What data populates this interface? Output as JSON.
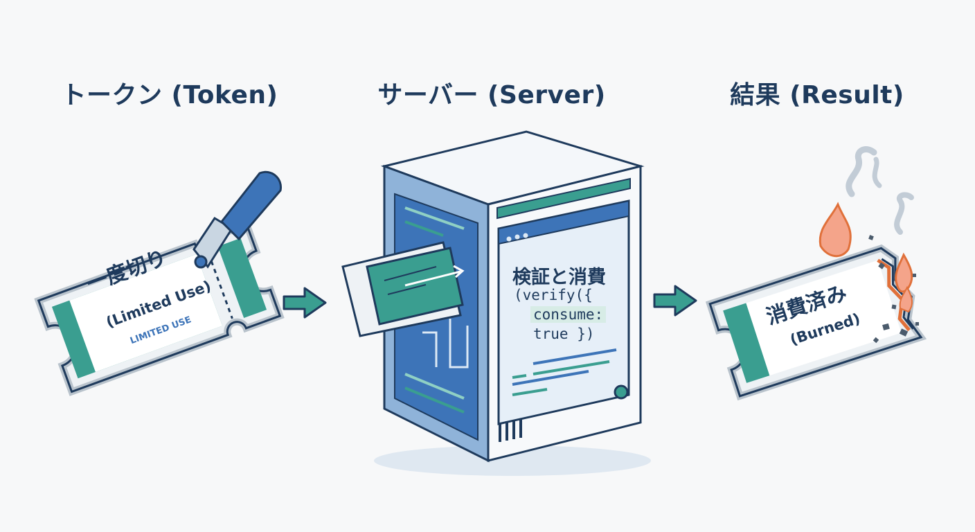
{
  "headings": {
    "token": "トークン (Token)",
    "server": "サーバー (Server)",
    "result": "結果 (Result)"
  },
  "token_ticket": {
    "title_jp": "一度切り",
    "title_en": "(Limited Use)",
    "stamp": "LIMITED USE"
  },
  "server_screen": {
    "title": "検証と消費",
    "code_line1": "(verify({",
    "code_line2": "consume:",
    "code_line3": "true })"
  },
  "result_ticket": {
    "title_jp": "消費済み",
    "title_en": "(Burned)"
  },
  "colors": {
    "navy": "#1e3a5c",
    "teal": "#3a9e90",
    "blue": "#3d74b8",
    "light_blue": "#dce9f5",
    "ticket_outline": "#b9c3cc",
    "flame": "#e0703a"
  },
  "icons": [
    "ticket-icon",
    "hole-punch-icon",
    "arrow-right-icon",
    "server-icon",
    "flame-icon",
    "smoke-icon"
  ]
}
